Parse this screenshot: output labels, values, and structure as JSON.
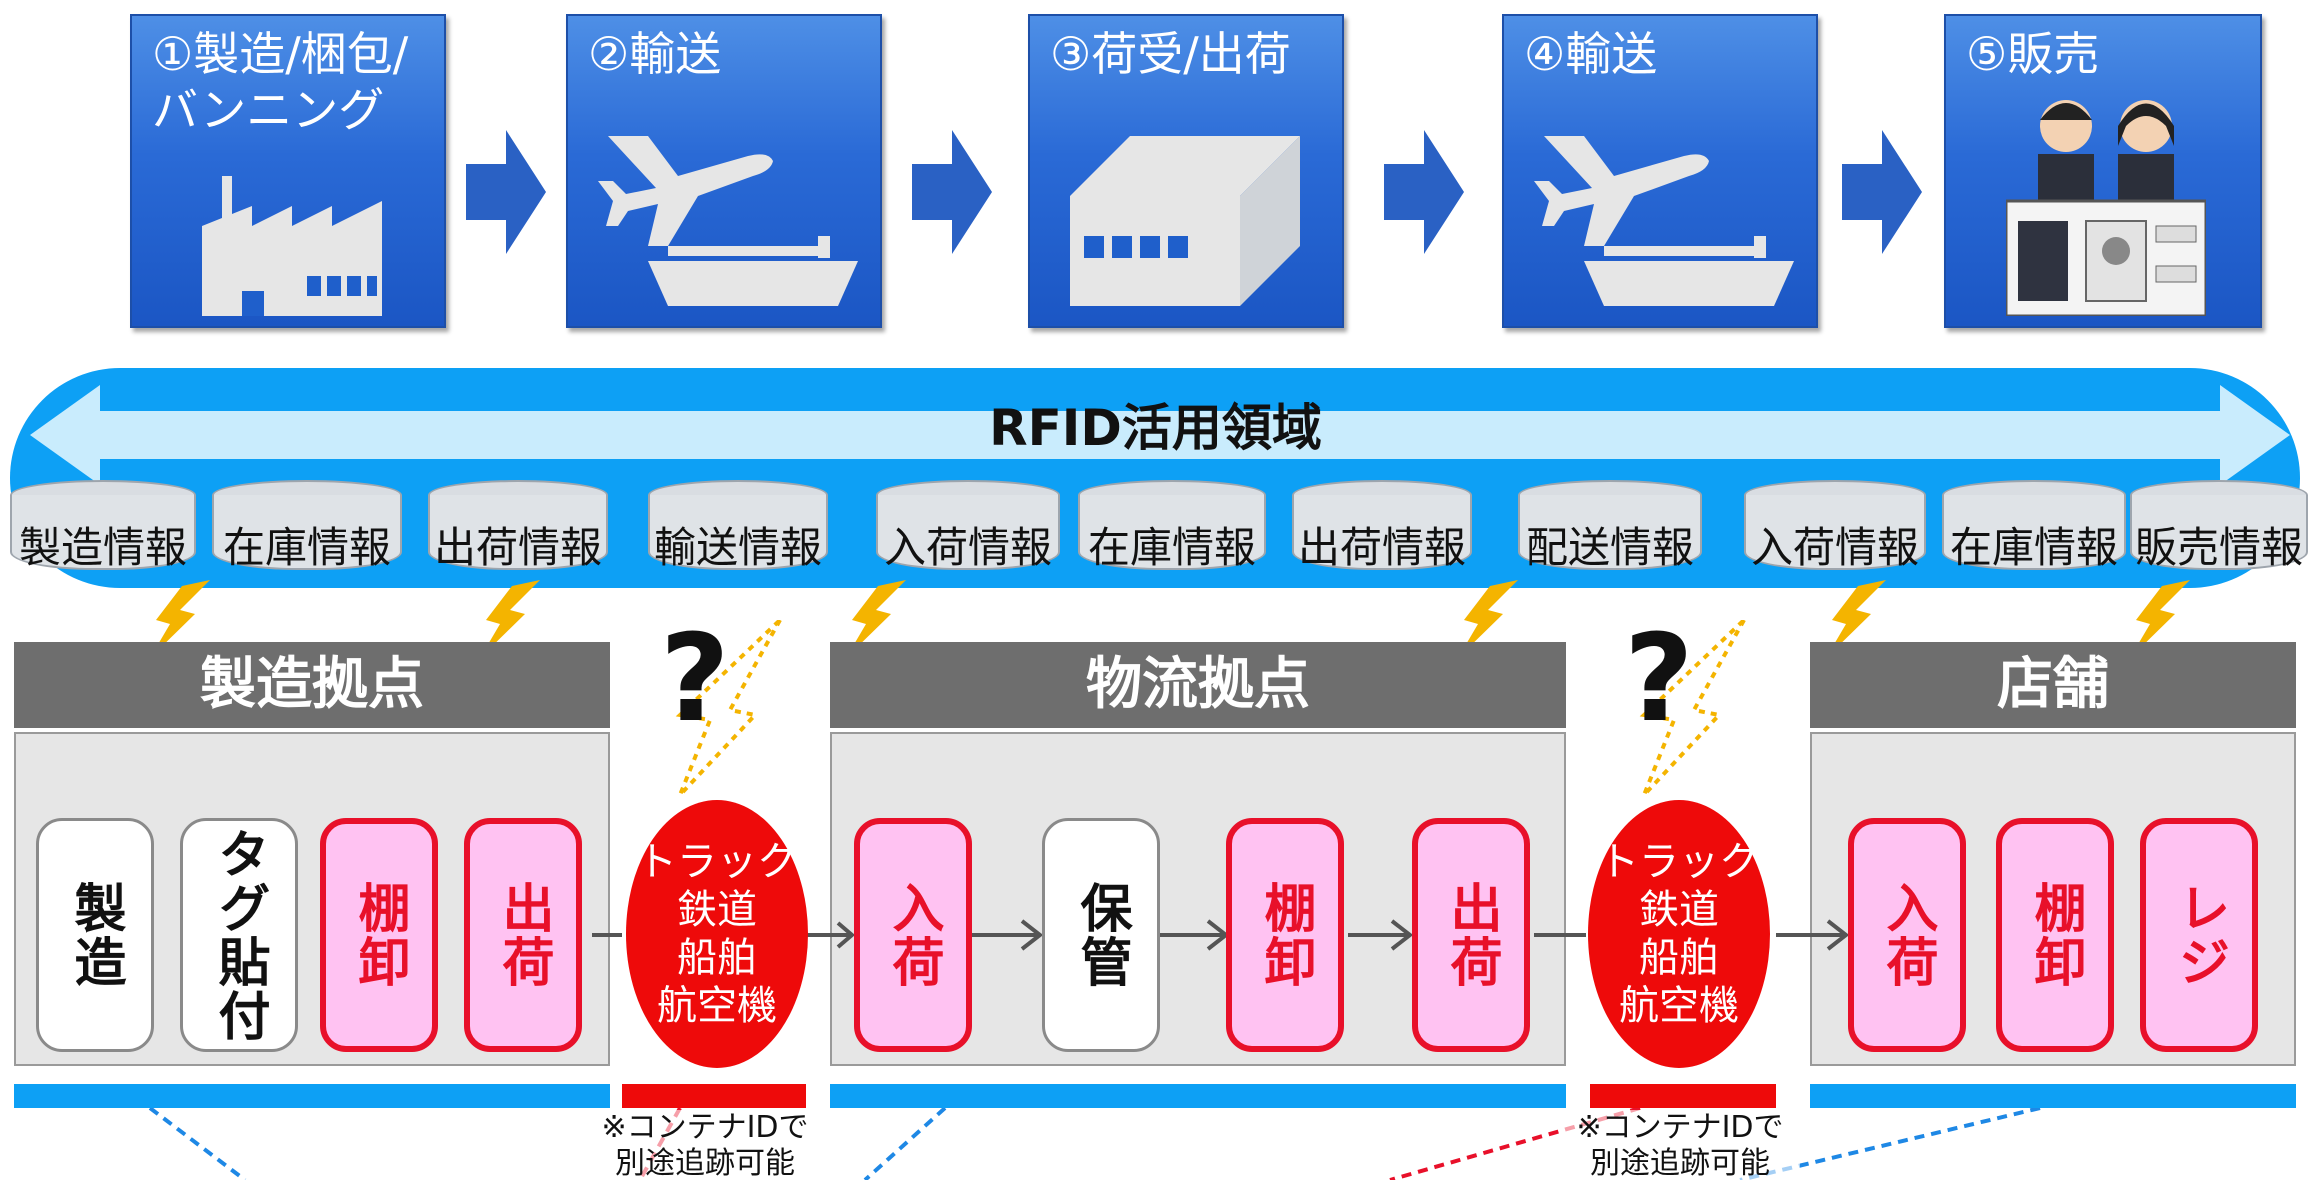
{
  "steps": [
    {
      "label": "①製造/梱包/\nバンニング",
      "icon": "factory-icon"
    },
    {
      "label": "②輸送",
      "icon": "plane-ship-icon"
    },
    {
      "label": "③荷受/出荷",
      "icon": "warehouse-icon"
    },
    {
      "label": "④輸送",
      "icon": "plane-ship-icon"
    },
    {
      "label": "⑤販売",
      "icon": "shop-staff-icon"
    }
  ],
  "rfid": {
    "title": "RFID活用領域",
    "info": [
      "製造情報",
      "在庫情報",
      "出荷情報",
      "輸送情報",
      "入荷情報",
      "在庫情報",
      "出荷情報",
      "配送情報",
      "入荷情報",
      "在庫情報",
      "販売情報"
    ]
  },
  "sites": [
    {
      "name": "製造拠点",
      "cards": [
        {
          "text": "製造",
          "rfid": false
        },
        {
          "text": "タグ貼付",
          "rfid": false
        },
        {
          "text": "棚卸",
          "rfid": true
        },
        {
          "text": "出荷",
          "rfid": true
        }
      ]
    },
    {
      "name": "物流拠点",
      "cards": [
        {
          "text": "入荷",
          "rfid": true
        },
        {
          "text": "保管",
          "rfid": false
        },
        {
          "text": "棚卸",
          "rfid": true
        },
        {
          "text": "出荷",
          "rfid": true
        }
      ]
    },
    {
      "name": "店舗",
      "cards": [
        {
          "text": "入荷",
          "rfid": true
        },
        {
          "text": "棚卸",
          "rfid": true
        },
        {
          "text": "レジ",
          "rfid": true
        }
      ]
    }
  ],
  "transport": [
    {
      "modes": "トラック\n鉄道\n船舶\n航空機",
      "unknown": "?",
      "note": "※コンテナIDで\n別途追跡可能"
    },
    {
      "modes": "トラック\n鉄道\n船舶\n航空機",
      "unknown": "?",
      "note": "※コンテナIDで\n別途追跡可能"
    }
  ],
  "colors": {
    "step_blue": "#2a6ad6",
    "band": "#0da0f5",
    "rfid_red": "#e8102a",
    "rfid_pink": "#ffc2f2",
    "lightning": "#f4b400"
  }
}
